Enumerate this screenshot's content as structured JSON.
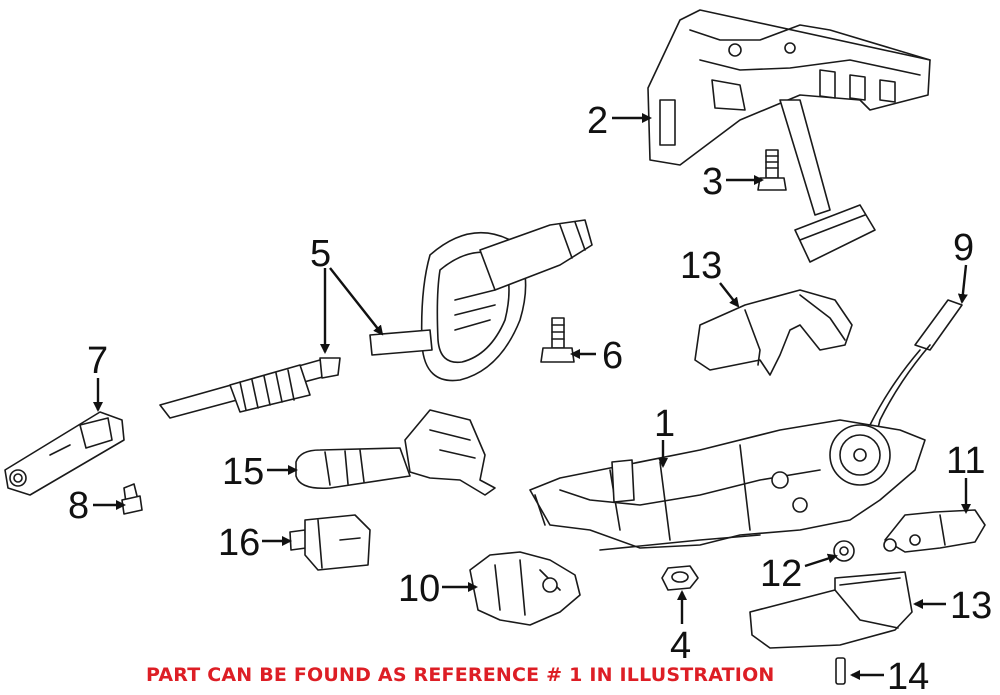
{
  "callouts": {
    "c1": "1",
    "c2": "2",
    "c3": "3",
    "c4": "4",
    "c5": "5",
    "c6": "6",
    "c7": "7",
    "c8": "8",
    "c9": "9",
    "c10": "10",
    "c11": "11",
    "c12": "12",
    "c13a": "13",
    "c13b": "13",
    "c14": "14",
    "c15": "15",
    "c16": "16"
  },
  "footer_note": "PART CAN BE FOUND AS REFERENCE # 1 IN ILLUSTRATION",
  "colors": {
    "footer_note": "#dd1e25",
    "lines": "#1a1a1a"
  }
}
